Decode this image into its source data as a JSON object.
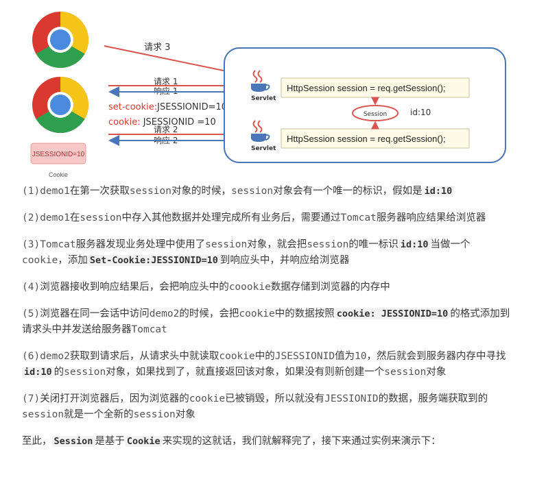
{
  "diagram": {
    "request3": "请求 3",
    "request1": "请求 1",
    "response1": "响应 1",
    "setcookie_a": "set-cookie:",
    "setcookie_b": "JSESSIONID=10",
    "cookie_a": "cookie: ",
    "cookie_b": "JSESSIONID =10",
    "request2": "请求 2",
    "response2": "响应 2",
    "servlet": "Servlet",
    "getsession1": "HttpSession session = req.getSession();",
    "getsession2": "HttpSession session = req.getSession();",
    "session": "Session",
    "id": "id:10",
    "cookie_box": "JSESSIONID=10",
    "cookie_caption": "Cookie",
    "colors": {
      "red_arrow": "#d9534f",
      "blue_arrow": "#4a76b8",
      "server_border": "#4a76b8",
      "code_box_bg": "#fffbe6"
    }
  },
  "steps": [
    {
      "p1": "(1)",
      "t1": "",
      "m1": "demo1",
      "t2": "在第一次获取",
      "m2": "session",
      "t3": "对象的时候，",
      "m3": "session",
      "t4": "对象会有一个唯一的标识，假如是",
      "c1": "id:10",
      "t5": ""
    },
    {
      "p1": "(2)",
      "m1": "demo1",
      "t2": "在",
      "m2": "session",
      "t3": "中存入其他数据并处理完成所有业务后，需要通过",
      "m3": "Tomcat",
      "t4": "服务器响应结果给浏览器"
    },
    {
      "p1": "(3)",
      "m1": "Tomcat",
      "t2": "服务器发现业务处理中使用了",
      "m2": "session",
      "t3": "对象，就会把",
      "m3": "session",
      "t4": "的唯一标识",
      "c1": "id:10",
      "t5": "当做一个",
      "m4": "cookie",
      "t6": "，添加",
      "c2": "Set-Cookie:JESSIONID=10",
      "t7": "到响应头中，并响应给浏览器"
    },
    {
      "p1": "(4)",
      "t1": "浏览器接收到响应结果后，会把响应头中的",
      "m1": "coookie",
      "t2": "数据存储到浏览器的内存中"
    },
    {
      "p1": "(5)",
      "t1": "浏览器在同一会话中访问",
      "m1": "demo2",
      "t2": "的时候，会把",
      "m2": "cookie",
      "t3": "中的数据按照",
      "c1": "cookie: JESSIONID=10",
      "t4": "的格式添加到请求头中并发送给服务器",
      "m3": "Tomcat"
    },
    {
      "p1": "(6)",
      "m1": "demo2",
      "t1": "获取到请求后，从请求头中就读取",
      "m2": "cookie",
      "t2": "中的",
      "m3": "JSESSIONID",
      "t3": "值为",
      "m4": "10",
      "t4": "，然后就会到服务器内存中寻找",
      "c1": "id:10",
      "t5": "的",
      "m5": "session",
      "t6": "对象，如果找到了，就直接返回该对象，如果没有则新创建一个",
      "m6": "session",
      "t7": "对象"
    },
    {
      "p1": "(7)",
      "t1": "关闭打开浏览器后，因为浏览器的",
      "m1": "cookie",
      "t2": "已被销毁，所以就没有",
      "m2": "JESSIONID",
      "t3": "的数据，服务端获取到的",
      "m3": "session",
      "t4": "就是一个全新的",
      "m4": "session",
      "t5": "对象"
    }
  ],
  "summary": {
    "t1": "至此，",
    "c1": "Session",
    "t2": "是基于",
    "c2": "Cookie",
    "t3": "来实现的这就话，我们就解释完了，接下来通过实例来演示下："
  }
}
